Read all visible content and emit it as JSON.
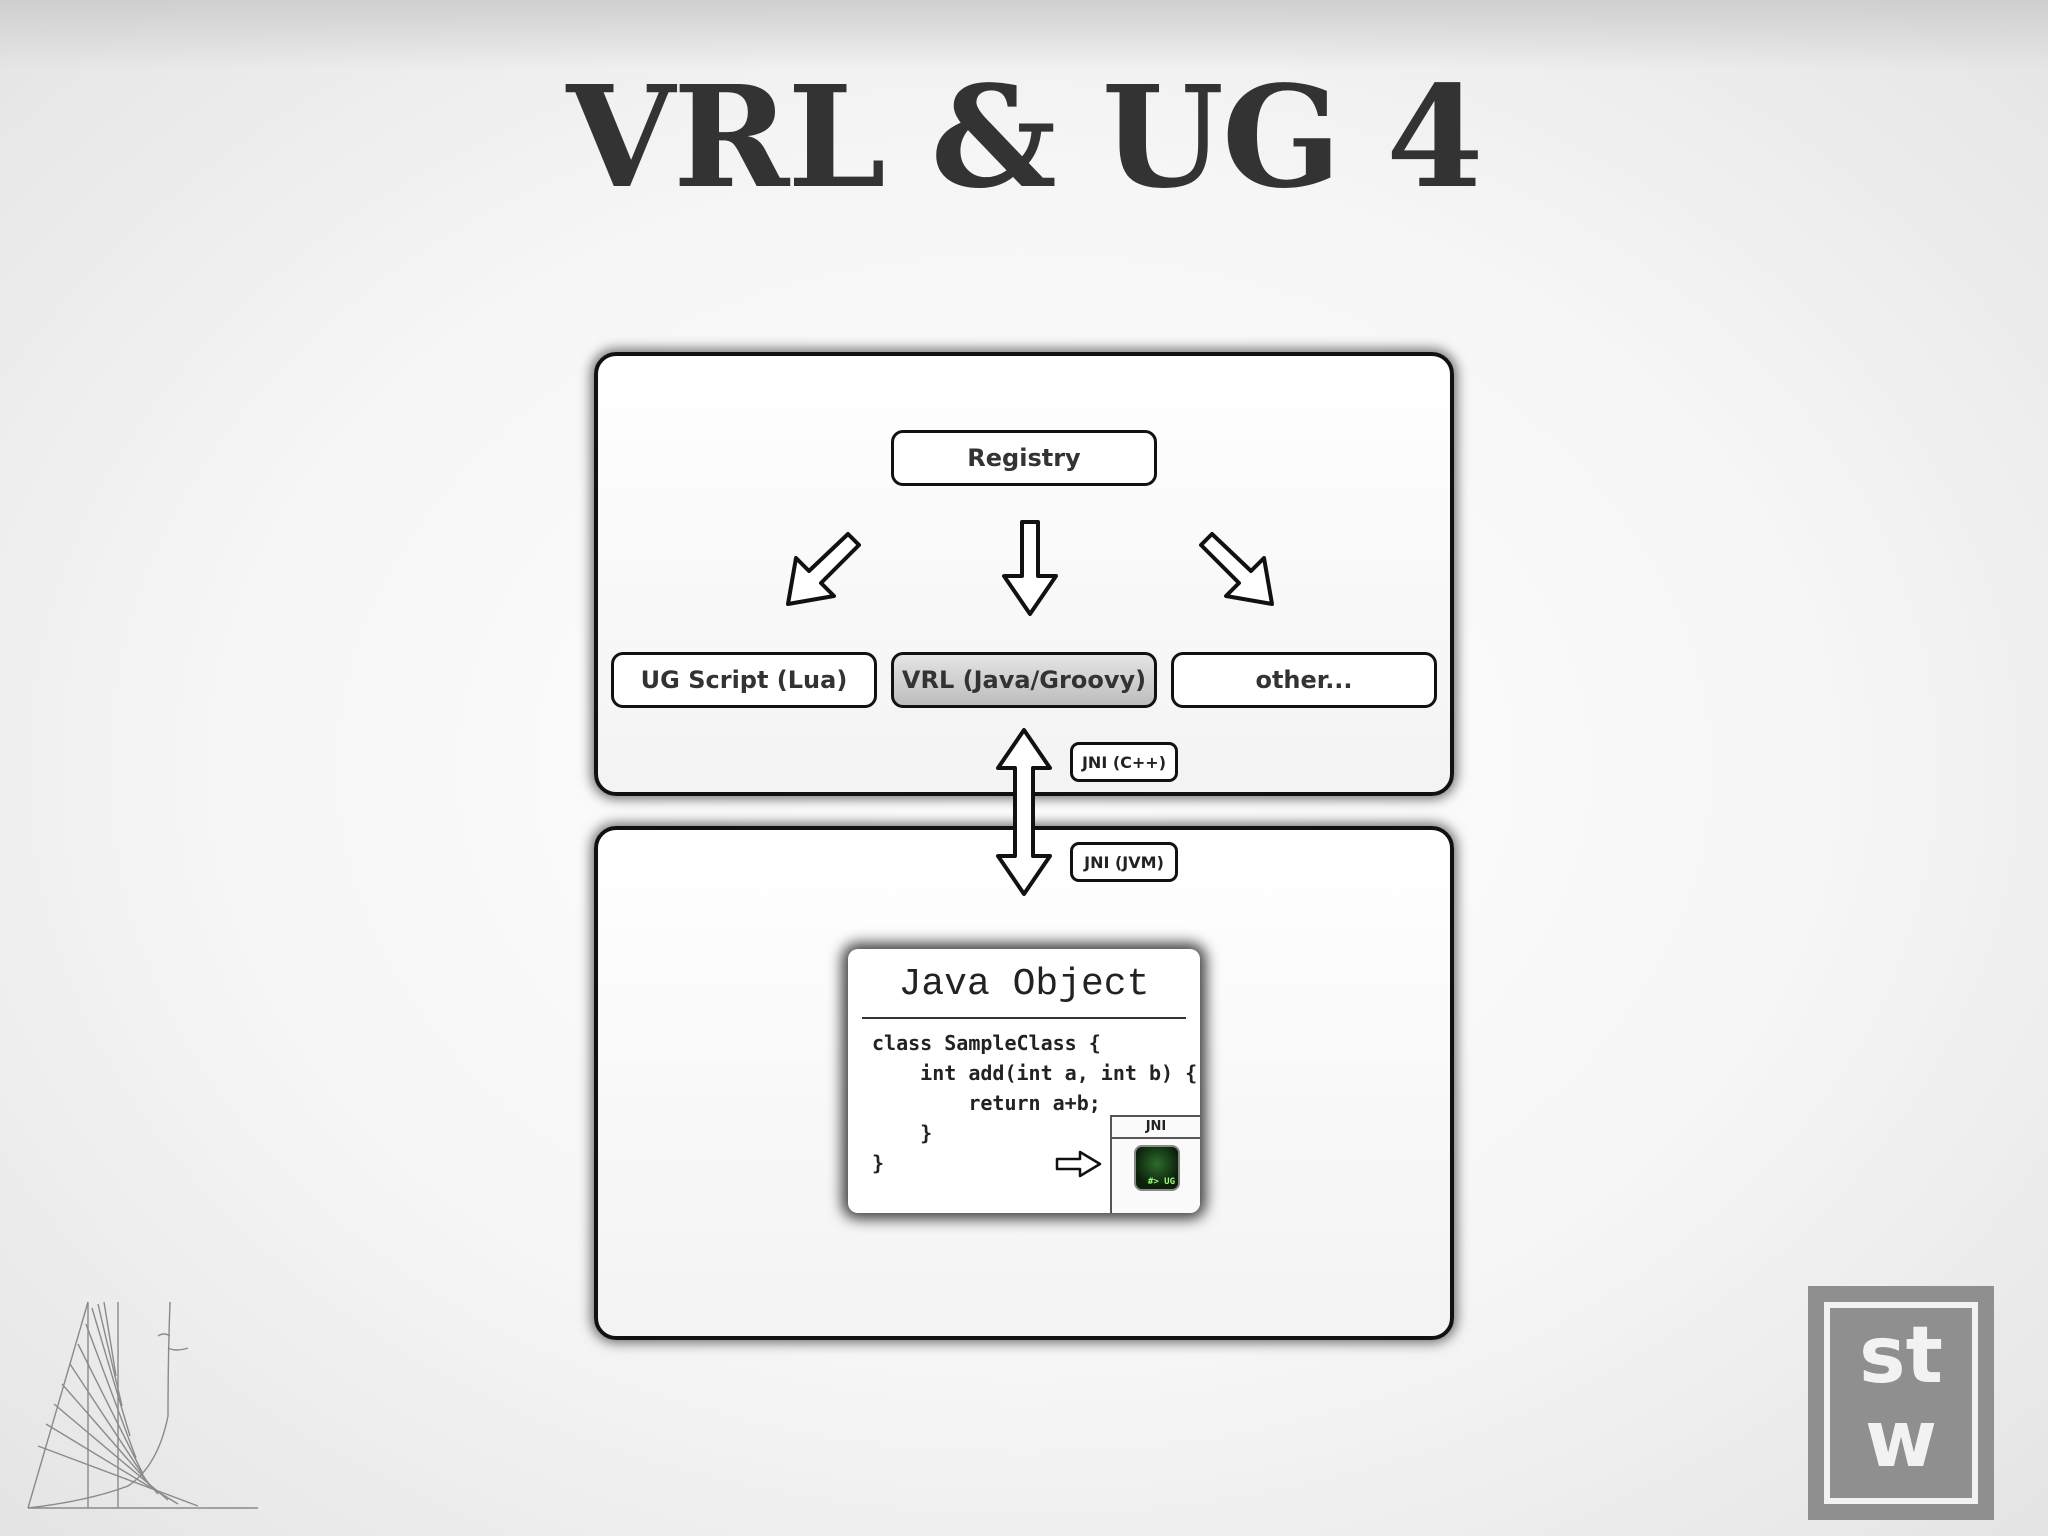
{
  "slide": {
    "title": "VRL & UG 4"
  },
  "diagram": {
    "registry_label": "Registry",
    "targets": [
      {
        "label": "UG Script (Lua)",
        "highlighted": false
      },
      {
        "label": "VRL (Java/Groovy)",
        "highlighted": true
      },
      {
        "label": "other...",
        "highlighted": false
      }
    ],
    "jni_cpp_label": "JNI  (C++)",
    "jni_jvm_label": "JNI  (JVM)",
    "java_object": {
      "title": "Java Object",
      "code_lines": [
        "class SampleClass {",
        "    int add(int a, int b) {",
        "        return a+b;",
        "    }",
        "}"
      ],
      "jni_label": "JNI",
      "terminal_text": "#> UG"
    }
  },
  "logo": {
    "line1": "st",
    "line2": "w"
  },
  "colors": {
    "title": "#333333",
    "outline": "#111111",
    "highlight_box": "#c4c4c4",
    "logo_bg": "#8f8f8f",
    "terminal": "#1e4d1e"
  }
}
